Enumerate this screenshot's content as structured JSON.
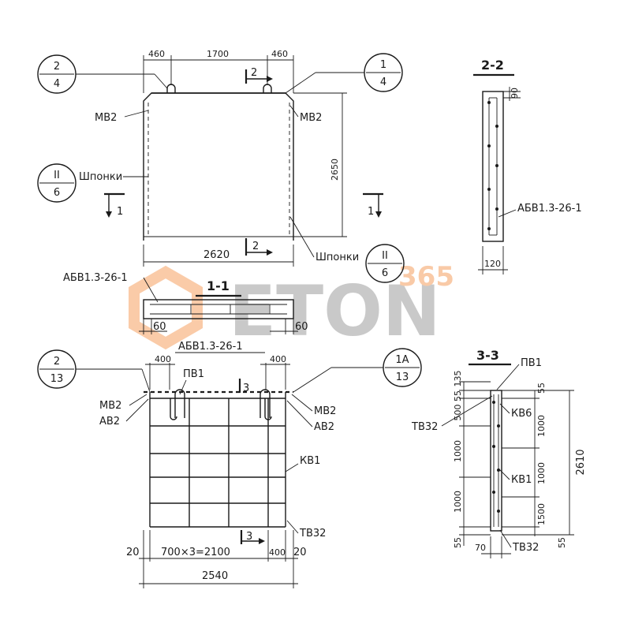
{
  "watermark": {
    "brand": "ETON",
    "number": "365",
    "color_grey": "#9e9e9e",
    "color_orange": "#f5a060"
  },
  "top_view": {
    "dims_top": [
      "460",
      "1700",
      "460"
    ],
    "dim_height": "2650",
    "dim_width": "2620",
    "callout_left": {
      "top": "2",
      "bottom": "4"
    },
    "callout_right": {
      "top": "1",
      "bottom": "4"
    },
    "callout_mid_left": {
      "top": "II",
      "bottom": "6"
    },
    "callout_mid_right": {
      "top": "II",
      "bottom": "6"
    },
    "label_mv_left": "МВ2",
    "label_mv_right": "МВ2",
    "label_shponki_left": "Шпонки",
    "label_shponki_right": "Шпонки",
    "section_mark_top": "2",
    "section_mark_bottom": "2",
    "section_mark_left": "1",
    "section_mark_right": "1"
  },
  "section_2_2": {
    "title": "2-2",
    "dim_top": "90",
    "dim_bottom": "120",
    "label": "АБВ1.3-26-1"
  },
  "section_1_1": {
    "title": "1-1",
    "label": "АБВ1.3-26-1",
    "dim_left": "60",
    "dim_right": "60"
  },
  "cage_view": {
    "label_top": "АБВ1.3-26-1",
    "dim_top_left": "400",
    "dim_top_right": "400",
    "callout_left": {
      "top": "2",
      "bottom": "13"
    },
    "callout_right": {
      "top": "1А",
      "bottom": "13"
    },
    "label_pv": "ПВ1",
    "label_mv_left": "МВ2",
    "label_av_left": "АВ2",
    "label_mv_right": "МВ2",
    "label_av_right": "АВ2",
    "label_kv": "КВ1",
    "label_tv": "ТВ32",
    "section_mark_top": "3",
    "section_mark_bottom": "3",
    "dim_bottom_left": "20",
    "dim_bottom_mid": "700×3=2100",
    "dim_bottom_400": "400",
    "dim_bottom_right": "20",
    "dim_total": "2540"
  },
  "section_3_3": {
    "title": "3-3",
    "label_pv": "ПВ1",
    "label_tv_top": "ТВ32",
    "label_kv6": "КВ6",
    "label_kv1": "КВ1",
    "label_tv_bottom": "ТВ32",
    "dims_left": [
      "135",
      "55",
      "500",
      "1000",
      "1000",
      "55"
    ],
    "dims_right": [
      "55",
      "1000",
      "1000",
      "1500",
      "55"
    ],
    "dim_total": "2610",
    "dim_bottom": "70"
  }
}
